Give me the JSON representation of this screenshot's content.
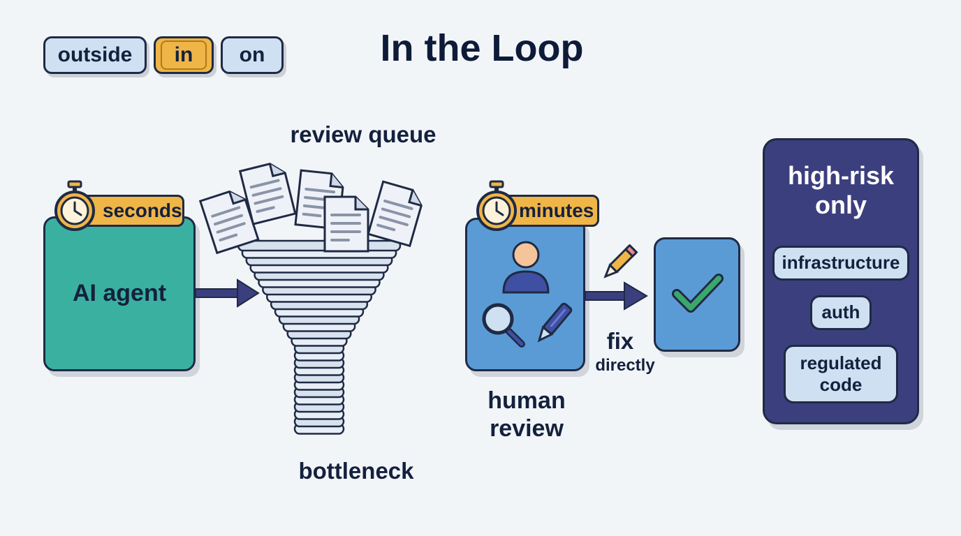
{
  "tabs": [
    {
      "label": "outside",
      "active": false
    },
    {
      "label": "in",
      "active": true
    },
    {
      "label": "on",
      "active": false
    }
  ],
  "title": "In the Loop",
  "agent": {
    "label": "AI agent",
    "time_badge": "seconds",
    "icon": "stopwatch-icon"
  },
  "queue": {
    "label": "review queue",
    "bottleneck_label": "bottleneck"
  },
  "human": {
    "label_line1": "human",
    "label_line2": "review",
    "time_badge": "minutes",
    "icons": [
      "person-icon",
      "magnifier-icon",
      "pen-icon"
    ]
  },
  "fix": {
    "label": "fix",
    "sublabel": "directly",
    "icon": "pencil-icon"
  },
  "approved": {
    "icon": "check-icon"
  },
  "high_risk": {
    "title_line1": "high-risk",
    "title_line2": "only",
    "items": [
      {
        "line1": "infrastructure",
        "line2": ""
      },
      {
        "line1": "auth",
        "line2": ""
      },
      {
        "line1": "regulated",
        "line2": "code"
      }
    ]
  },
  "colors": {
    "agent": "#3ab0a0",
    "badge": "#f0b547",
    "human": "#5b9bd5",
    "panel": "#3c3f7e",
    "pill": "#cfe0f2",
    "arrow": "#3c3f7e",
    "check": "#3aa86b"
  }
}
